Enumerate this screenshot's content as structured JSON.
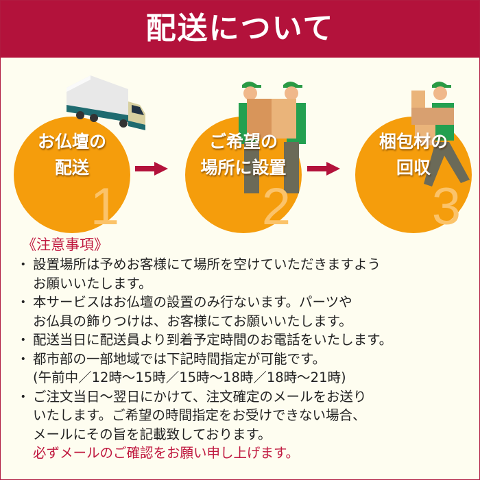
{
  "header": {
    "title": "配送について"
  },
  "steps": [
    {
      "label_line1": "お仏壇の",
      "label_line2": "配送",
      "number": "1",
      "icon": "truck-icon"
    },
    {
      "label_line1": "ご希望の",
      "label_line2": "場所に設置",
      "number": "2",
      "icon": "movers-icon"
    },
    {
      "label_line1": "梱包材の",
      "label_line2": "回収",
      "number": "3",
      "icon": "worker-carrying-boxes-icon"
    }
  ],
  "notes": {
    "title": "《注意事項》",
    "items": [
      {
        "lines": [
          "設置場所は予めお客様にて場所を空けていただきますよう",
          "お願いいたします。"
        ]
      },
      {
        "lines": [
          "本サービスはお仏壇の設置のみ行ないます。パーツや",
          "お仏具の飾りつけは、お客様にてお願いいたします。"
        ]
      },
      {
        "lines": [
          "配送当日に配送員より到着予定時間のお電話をいたします。"
        ]
      },
      {
        "lines": [
          "都市部の一部地域では下記時間指定が可能です。",
          "(午前中／12時〜15時／15時〜18時／18時〜21時)"
        ]
      },
      {
        "lines": [
          "ご注文当日〜翌日にかけて、注文確定のメールをお送り",
          "いたします。ご希望の時間指定をお受けできない場合、",
          "メールにその旨を記載致しております。"
        ]
      }
    ],
    "emphasis": "必ずメールのご確認をお願い申し上げます。"
  },
  "colors": {
    "brand": "#b3123b",
    "orange": "#f59d0c",
    "background": "#fefdf0"
  }
}
